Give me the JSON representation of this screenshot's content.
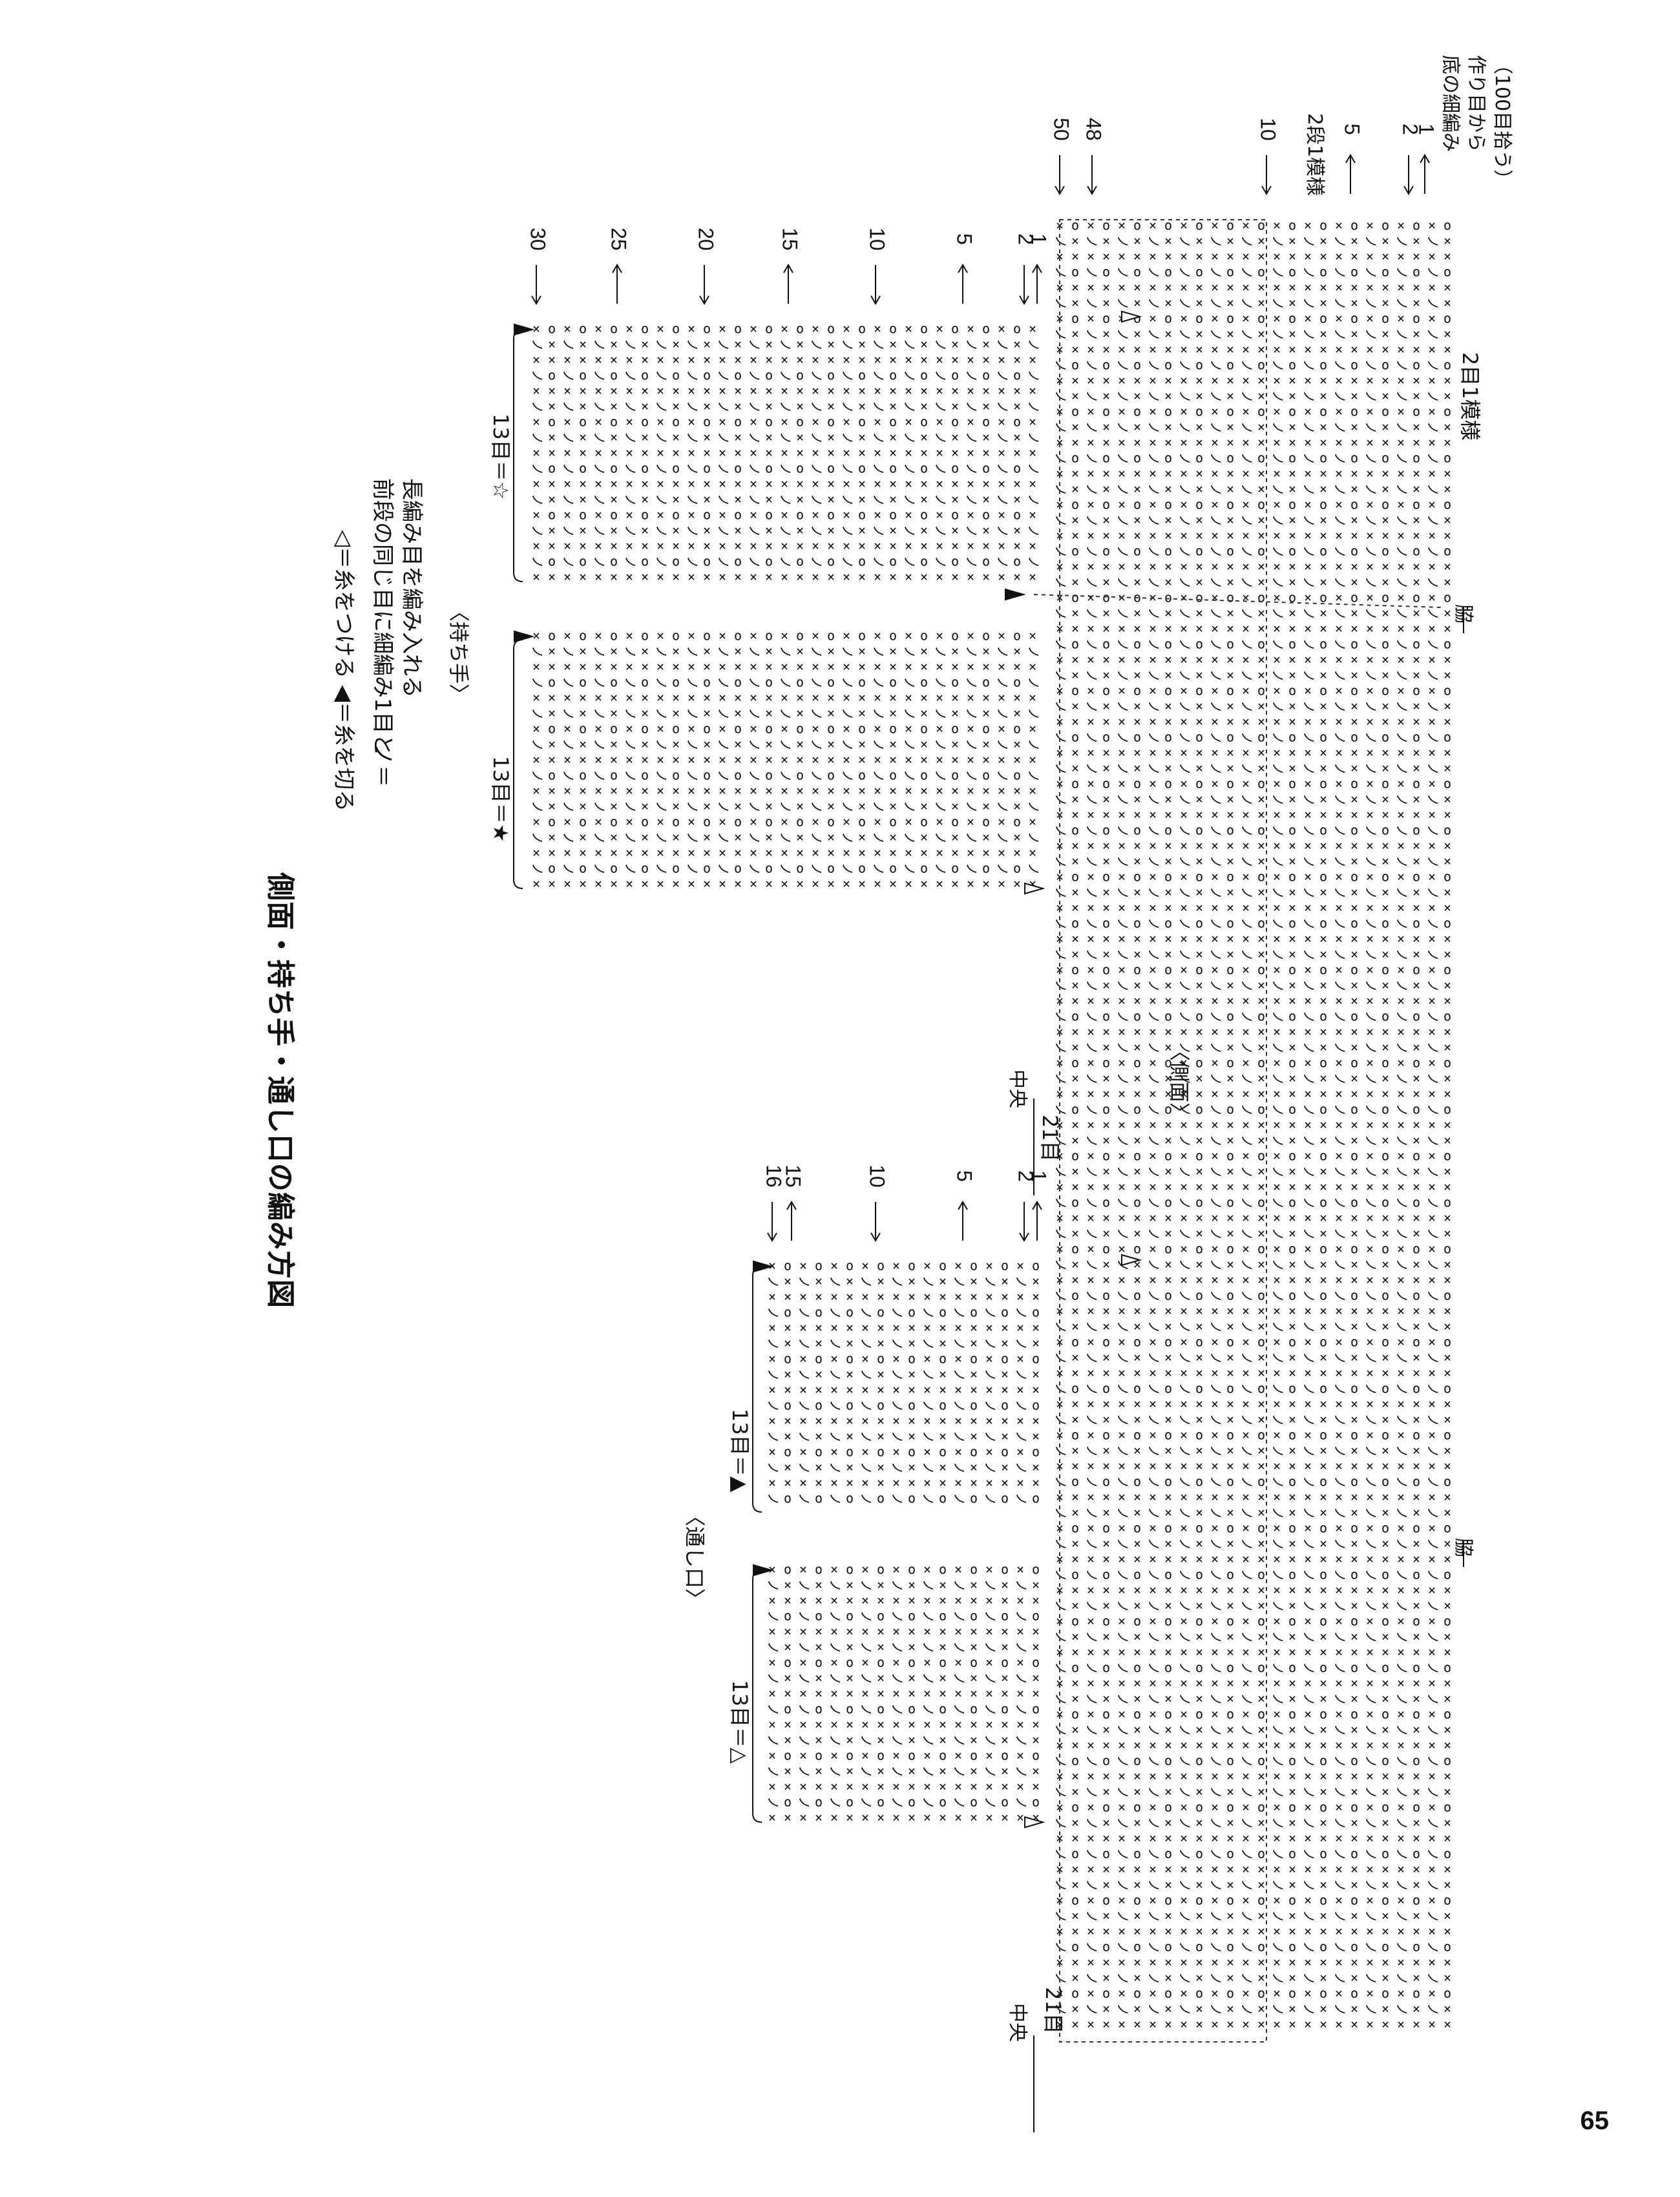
{
  "title": "側面・持ち手・通し口の編み方図",
  "legend": {
    "attach": "◁＝糸をつける",
    "cut": "◀＝糸を切る",
    "pattern_line1": "前段の同じ目に細編み1目と",
    "pattern_line2": "長編み目を編み入れる",
    "pattern_symbol": "ノ＝"
  },
  "sections": {
    "handle": "〈持ち手〉",
    "opening": "〈通し口〉",
    "side": "〈側面〉"
  },
  "stitch_counts": {
    "handle_left": "13目＝★",
    "handle_right": "13目＝☆",
    "opening_left": "13目＝△",
    "opening_right": "13目＝▲",
    "center_left": "21目",
    "center_right": "21目",
    "pattern_repeat": "2目1模様",
    "pickup_line1": "底の細編み",
    "pickup_line2": "作り目から",
    "pickup_line3": "（100目拾う）",
    "rows_pattern": "2段1模様"
  },
  "markers": {
    "center": "中央",
    "side": "脇"
  },
  "row_numbers": {
    "side": [
      "50",
      "48",
      "10",
      "5",
      "2",
      "1"
    ],
    "handle": [
      "30",
      "25",
      "20",
      "15",
      "10",
      "5",
      "2",
      "1"
    ],
    "opening": [
      "16",
      "15",
      "10",
      "5",
      "2",
      "1"
    ]
  },
  "symbols": {
    "sc": "×",
    "dc": "ノ",
    "ch": "o"
  },
  "page_number": "65"
}
